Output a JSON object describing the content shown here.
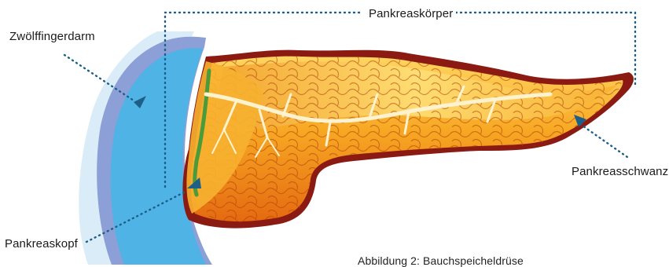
{
  "labels": {
    "body": "Pankreaskörper",
    "duodenum": "Zwölffingerdarm",
    "tail": "Pankreasschwanz",
    "head": "Pankreaskopf"
  },
  "caption": "Abbildung 2: Bauchspeicheldrüse",
  "colors": {
    "duodenum_fill": "#4fb3e6",
    "duodenum_outer": "#d9ecf8",
    "duodenum_mid": "#8c9fd6",
    "pancreas_orange": "#f39a1c",
    "pancreas_light": "#ffd763",
    "pancreas_dark": "#8b1a13",
    "duct": "#fff3cf",
    "green_duct": "#4c9b3a",
    "arrow": "#1d5f86",
    "dotted_line": "#1d5f86"
  }
}
